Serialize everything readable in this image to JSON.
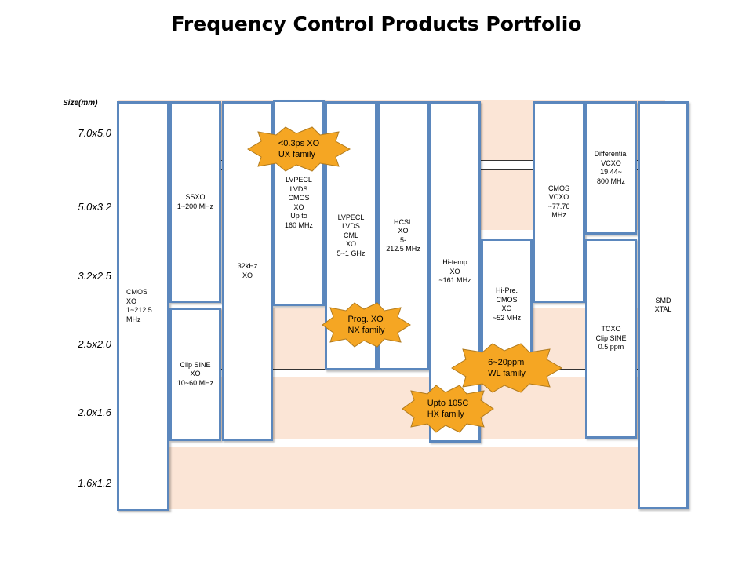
{
  "title": "Frequency Control Products Portfolio",
  "size_header": "Size(mm)",
  "size_labels": [
    "7.0x5.0",
    "5.0x3.2",
    "3.2x2.5",
    "2.5x2.0",
    "2.0x1.6",
    "1.6x1.2"
  ],
  "products": [
    {
      "id": "cmos-xo",
      "text": "CMOS\nXO\n1~212.5\nMHz"
    },
    {
      "id": "ssxo",
      "text": "SSXO\n1~200 MHz"
    },
    {
      "id": "clip-sine-xo",
      "text": "Clip SINE\nXO\n10~60 MHz"
    },
    {
      "id": "32khz-xo",
      "text": "32kHz\nXO"
    },
    {
      "id": "lvpecl-lvds-cmos-xo",
      "text": "LVPECL\nLVDS\nCMOS\nXO\nUp to\n160 MHz"
    },
    {
      "id": "lvpecl-lvds-cml-xo",
      "text": "LVPECL\nLVDS\nCML\nXO\n5~1 GHz"
    },
    {
      "id": "hcsl-xo",
      "text": "HCSL\nXO\n5-\n212.5 MHz"
    },
    {
      "id": "hi-temp-xo",
      "text": "Hi-temp\nXO\n~161 MHz"
    },
    {
      "id": "hi-pre-cmos-xo",
      "text": "Hi-Pre.\nCMOS\nXO\n~52 MHz"
    },
    {
      "id": "cmos-vcxo",
      "text": "CMOS\nVCXO\n~77.76\nMHz"
    },
    {
      "id": "differential-vcxo",
      "text": "Differential\nVCXO\n19.44~\n800 MHz"
    },
    {
      "id": "tcxo",
      "text": "TCXO\nClip SINE\n0.5 ppm"
    },
    {
      "id": "smd-xtal",
      "text": "SMD\nXTAL"
    }
  ],
  "families": [
    {
      "id": "ux",
      "text": "<0.3ps XO\nUX family"
    },
    {
      "id": "nx",
      "text": "Prog. XO\nNX family"
    },
    {
      "id": "wl",
      "text": "6~20ppm\nWL family"
    },
    {
      "id": "hx",
      "text": "Upto 105C\nHX family"
    }
  ],
  "colors": {
    "column_border": "#5b87bd",
    "band_fill": "#fbe5d6",
    "star_fill": "#f5a623",
    "star_stroke": "#b07a1e"
  }
}
